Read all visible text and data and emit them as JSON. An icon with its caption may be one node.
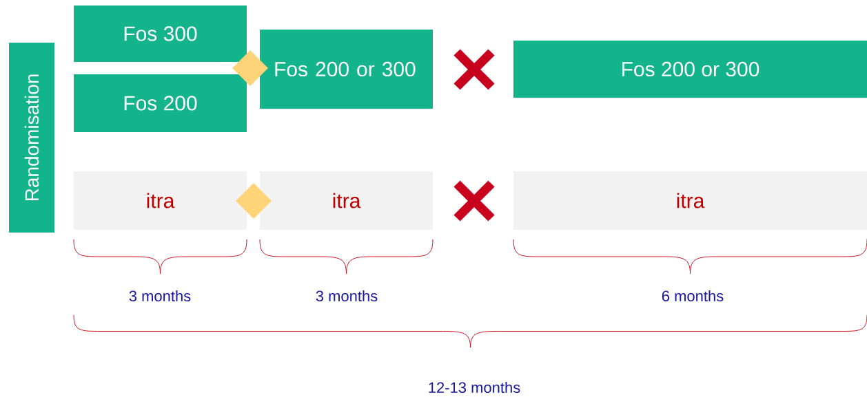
{
  "diagram": {
    "nodes": [
      {
        "text": [
          "Randomisation"
        ]
      },
      {
        "text": [
          "Fos 300"
        ]
      },
      {
        "text": [
          "Fos 200"
        ]
      },
      {
        "text": [
          "Fos 200 or 300"
        ]
      },
      {
        "text": [
          "Fos 200 or 300"
        ]
      },
      {
        "text": [
          "itra"
        ]
      },
      {
        "text": [
          "itra"
        ]
      },
      {
        "text": [
          "itra"
        ]
      },
      {
        "text": [],
        "shape": "diamond"
      },
      {
        "text": [],
        "shape": "diamond"
      },
      {
        "text": [],
        "shape": "cross"
      },
      {
        "text": [],
        "shape": "cross"
      }
    ],
    "edges": [],
    "labels": [
      "3 months",
      "3 months",
      "6 months",
      "12-13 months"
    ]
  }
}
